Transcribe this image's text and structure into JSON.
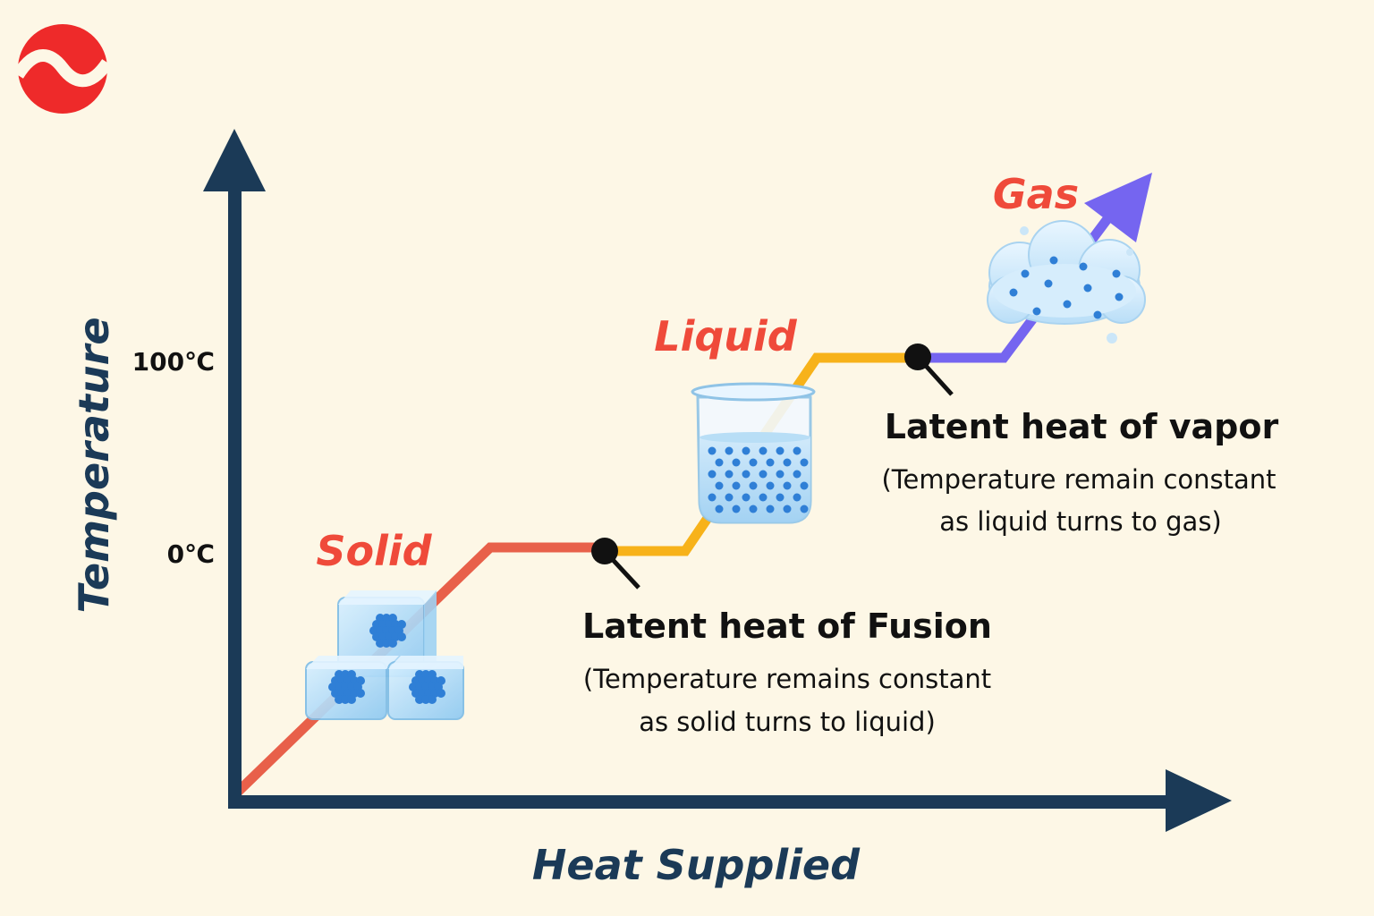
{
  "colors": {
    "background": "#fdf7e6",
    "axis": "#1b3a57",
    "solid_line": "#e8604a",
    "liquid_line": "#f7b21a",
    "gas_line": "#7565f0",
    "phase_label": "#ef4a3a",
    "annotation_text": "#111111",
    "logo": "#ee2a2a",
    "particle": "#2f7fd6"
  },
  "logo": {
    "icon": "wave-logo-icon"
  },
  "axes": {
    "x_label": "Heat Supplied",
    "y_label": "Temperature",
    "y_ticks": [
      {
        "label": "100℃",
        "value": 100
      },
      {
        "label": "0℃",
        "value": 0
      }
    ]
  },
  "phases": {
    "solid": {
      "label": "Solid",
      "icon": "ice-cubes-icon"
    },
    "liquid": {
      "label": "Liquid",
      "icon": "beaker-icon"
    },
    "gas": {
      "label": "Gas",
      "icon": "cloud-icon"
    }
  },
  "annotations": {
    "fusion": {
      "title": "Latent heat of Fusion",
      "line1": "(Temperature remains constant",
      "line2": "as solid turns to liquid)"
    },
    "vapor": {
      "title": "Latent heat of vapor",
      "line1": "(Temperature remain constant",
      "line2": "as liquid turns to gas)"
    }
  }
}
